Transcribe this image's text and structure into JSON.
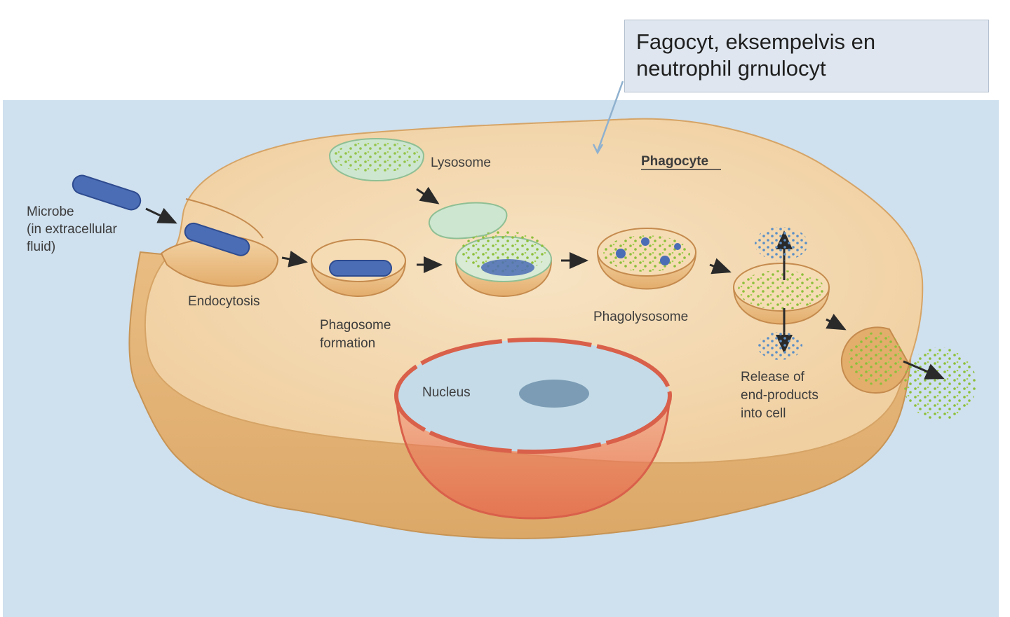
{
  "callout": {
    "line1": "Fagocyt, eksempelvis en",
    "line2": "neutrophil grnulocyt"
  },
  "labels": {
    "microbe": [
      "Microbe",
      "(in extracellular",
      "fluid)"
    ],
    "endocytosis": "Endocytosis",
    "phagosome": [
      "Phagosome",
      "formation"
    ],
    "lysosome": "Lysosome",
    "phagocyte": "Phagocyte",
    "phagolysosome": "Phagolysosome",
    "release": [
      "Release of",
      "end-products",
      "into cell"
    ],
    "nucleus": "Nucleus"
  },
  "colors": {
    "background": "#cfe0ee",
    "cell": "#f2d2a4",
    "cell_edge": "#d8aa6c",
    "microbe": "#4b6db5",
    "lysosome": "#cde6cf",
    "granules": "#8cbf3a",
    "end_products": "#5b8fc7",
    "nucleus": "#c5dbe8",
    "nuclear_envelope": "#d9604a"
  }
}
